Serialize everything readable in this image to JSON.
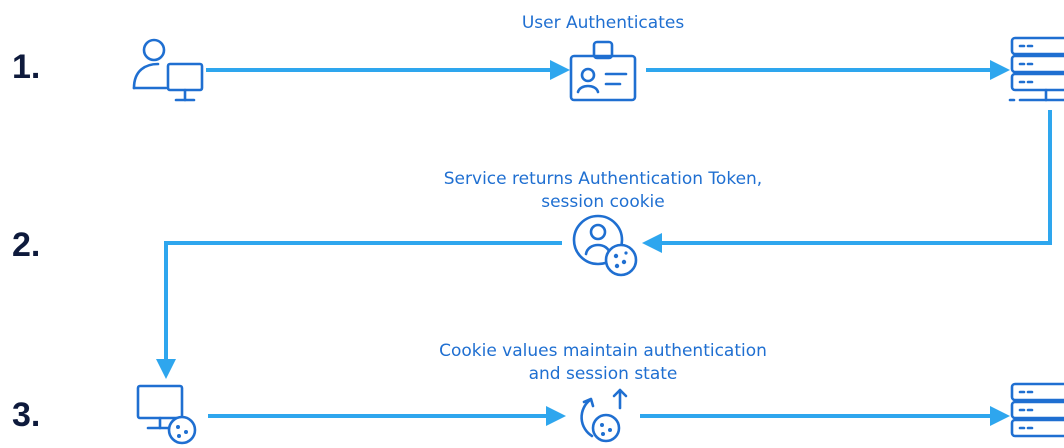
{
  "steps": [
    {
      "number": "1.",
      "caption_lines": [
        "User Authenticates"
      ]
    },
    {
      "number": "2.",
      "caption_lines": [
        "Service returns Authentication Token,",
        "session cookie"
      ]
    },
    {
      "number": "3.",
      "caption_lines": [
        "Cookie values maintain authentication",
        "and session state"
      ]
    }
  ],
  "colors": {
    "line": "#2ea6ee",
    "icon": "#1f6fd1",
    "number": "#0e1a3c",
    "background": "#ffffff"
  },
  "icons": [
    "user-computer-icon",
    "id-badge-icon",
    "server-icon",
    "user-cookie-icon",
    "computer-cookie-icon",
    "refresh-cookie-icon",
    "server-icon"
  ]
}
